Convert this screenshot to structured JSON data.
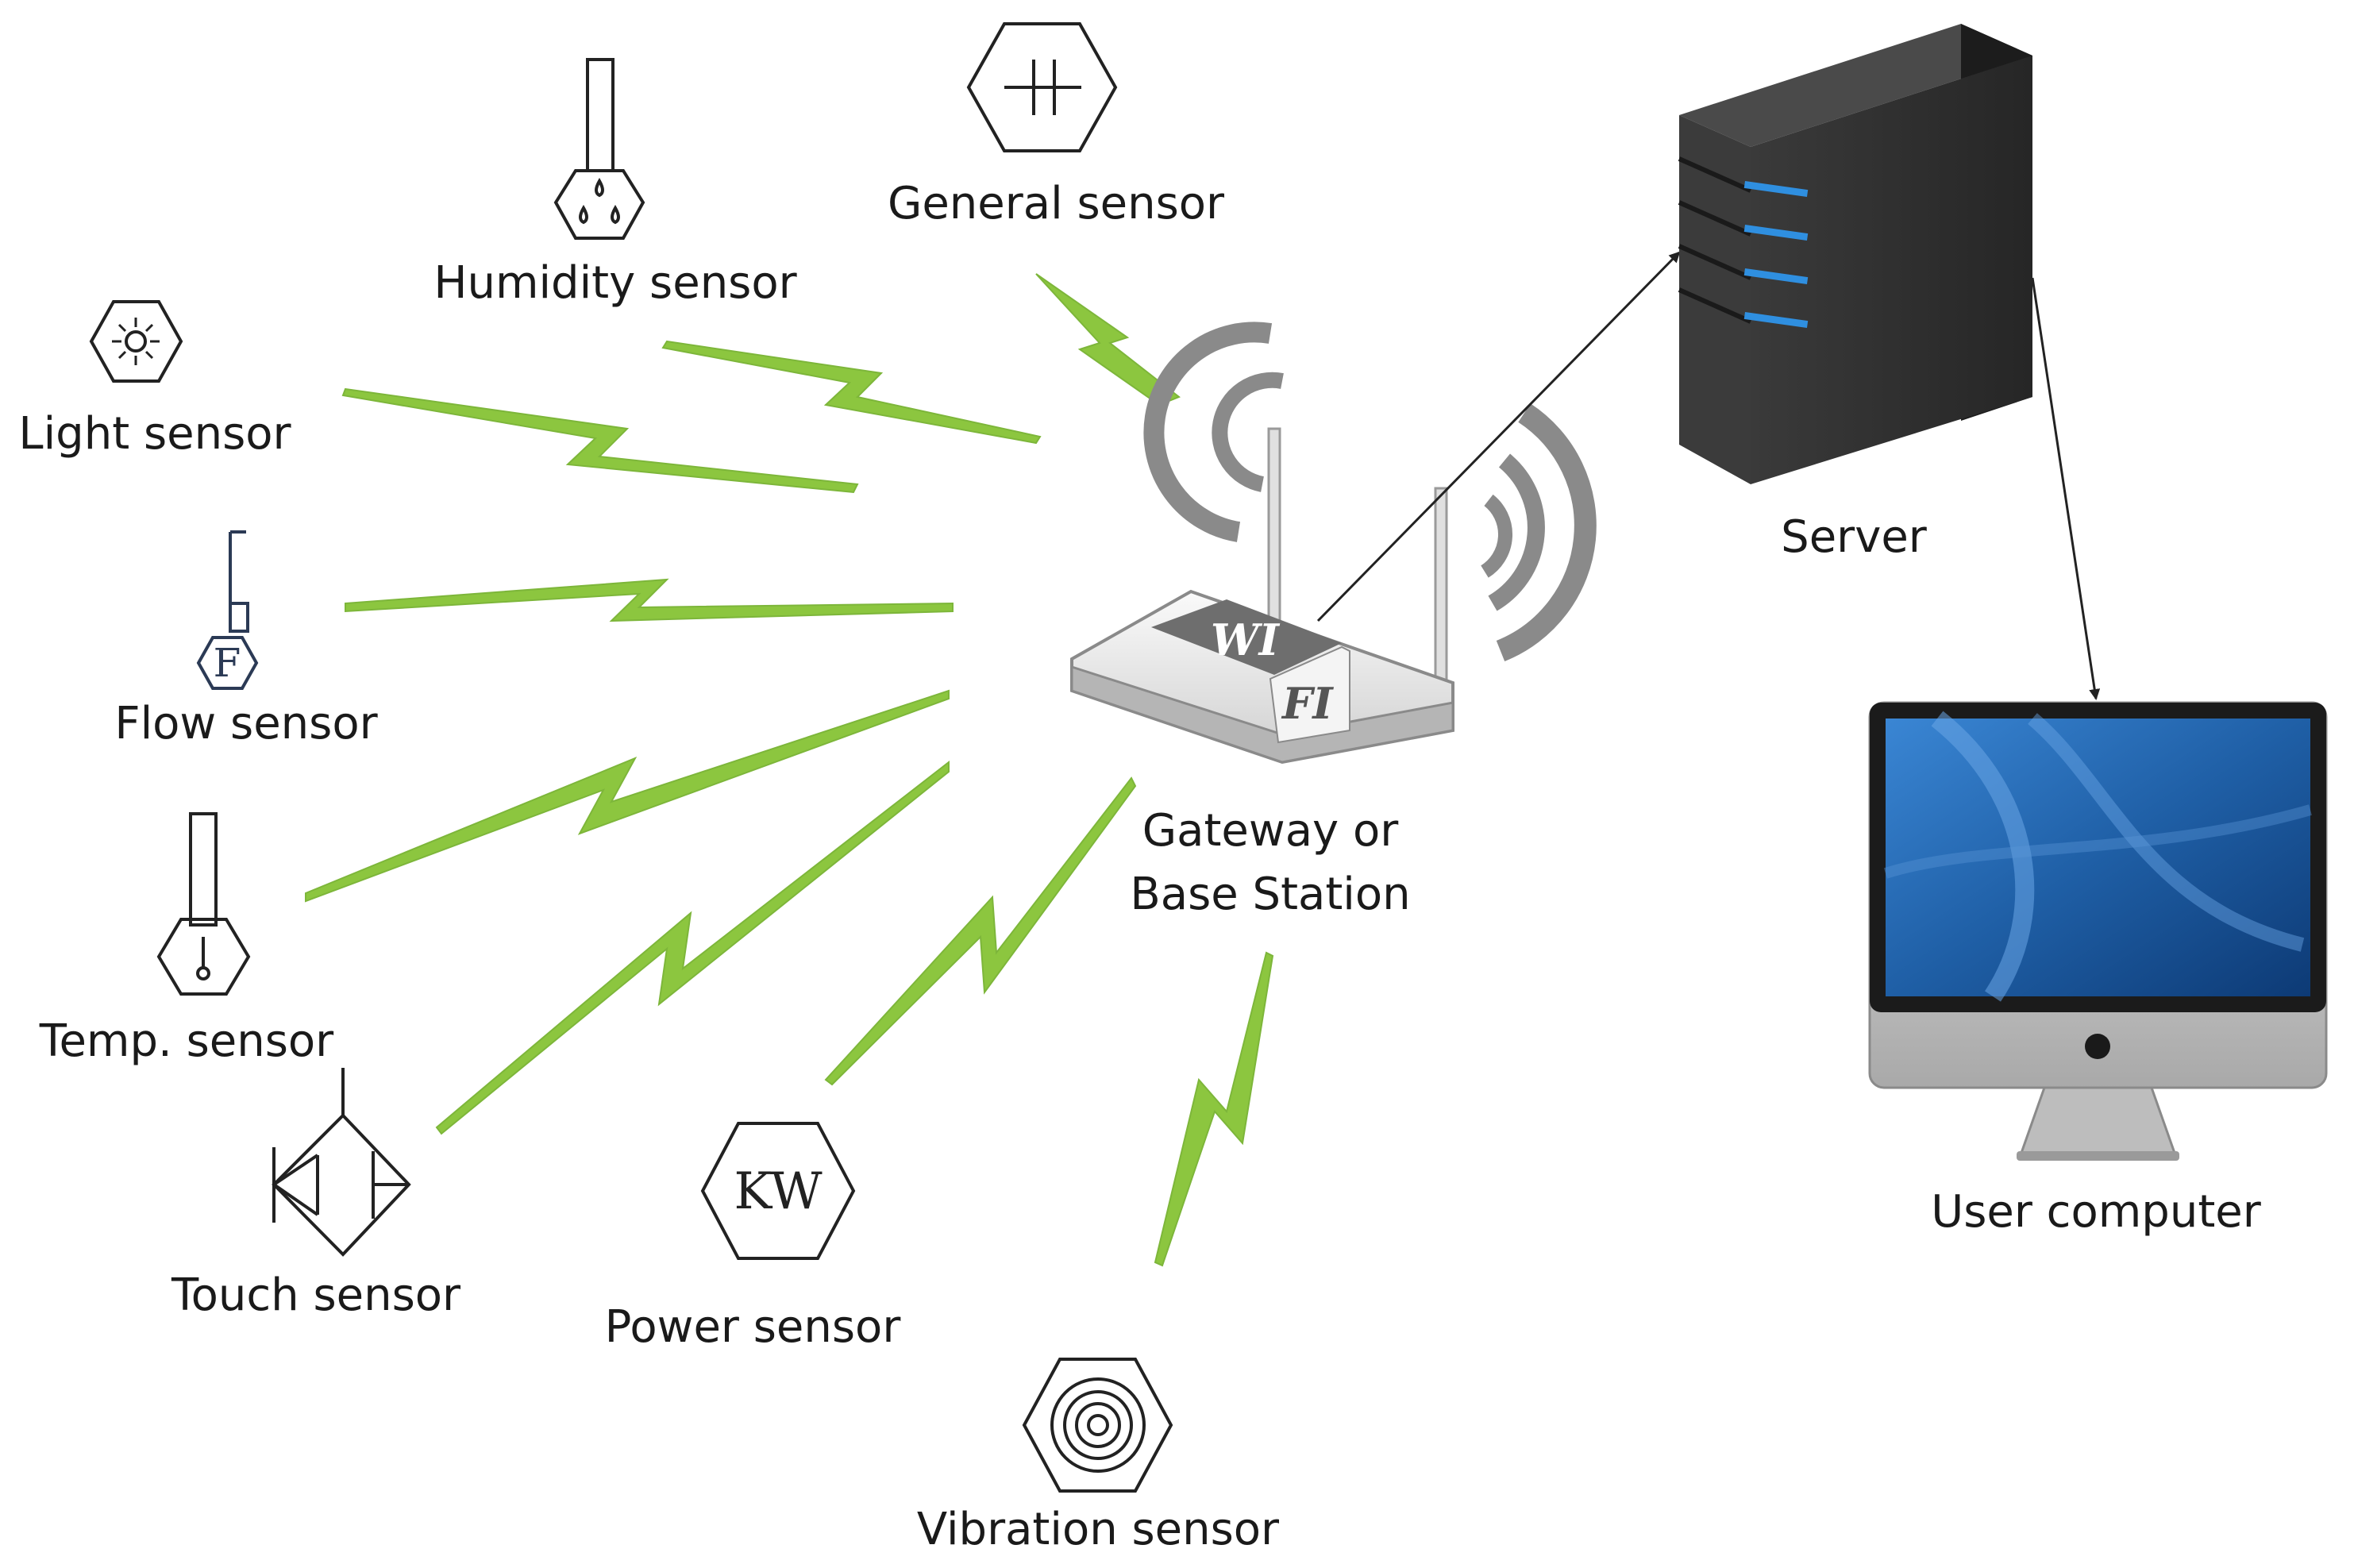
{
  "sensors": {
    "general": {
      "label": "General sensor"
    },
    "humidity": {
      "label": "Humidity sensor"
    },
    "light": {
      "label": "Light sensor"
    },
    "flow": {
      "label": "Flow sensor",
      "glyph": "F"
    },
    "temp": {
      "label": "Temp. sensor"
    },
    "touch": {
      "label": "Touch sensor"
    },
    "power": {
      "label": "Power sensor",
      "glyph": "KW"
    },
    "vibration": {
      "label": "Vibration sensor"
    }
  },
  "gateway": {
    "line1": "Gateway or",
    "line2": "Base Station",
    "badge1": "WI",
    "badge2": "FI"
  },
  "server": {
    "label": "Server"
  },
  "computer": {
    "label": "User computer"
  },
  "colors": {
    "signal": "#8cc63f",
    "server_body": "#2e2e2e",
    "server_led": "#2f8fe0",
    "wave": "#8a8a8a",
    "screen": "#1f5fa6"
  },
  "icons": {
    "general": "capacitor-hexagon-icon",
    "humidity": "humidity-probe-icon",
    "light": "sun-hexagon-icon",
    "flow": "flow-probe-icon",
    "temp": "thermometer-probe-icon",
    "touch": "touch-diode-icon",
    "power": "kw-hexagon-icon",
    "vibration": "concentric-circles-icon",
    "gateway": "wifi-router-icon",
    "server": "server-tower-icon",
    "computer": "monitor-icon"
  }
}
